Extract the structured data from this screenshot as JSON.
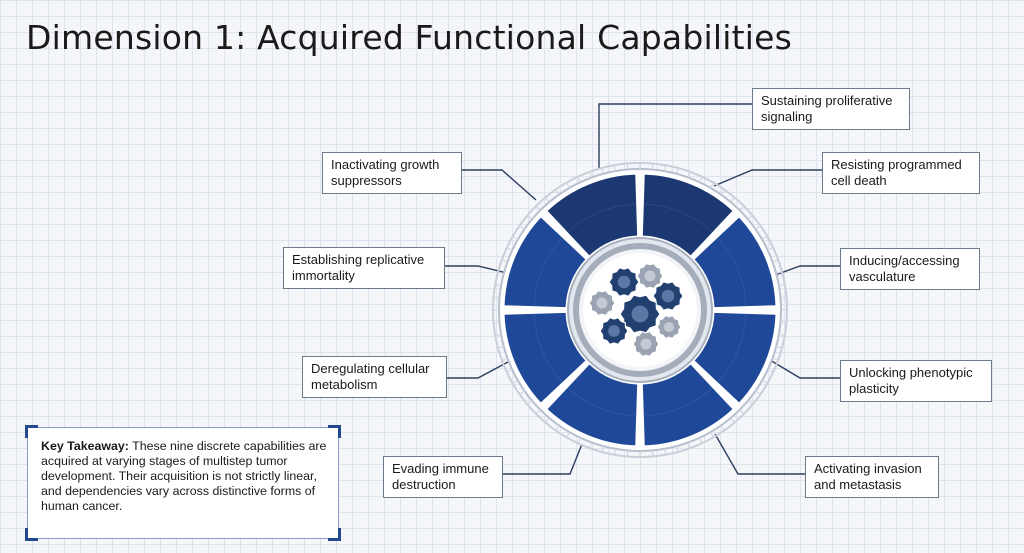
{
  "title": "Dimension 1: Acquired Functional Capabilities",
  "capabilities": [
    {
      "label": "Sustaining proliferative signaling",
      "color": "#1b3872"
    },
    {
      "label": "Resisting programmed cell death",
      "color": "#1b3872"
    },
    {
      "label": "Inducing/accessing vasculature",
      "color": "#1f4898"
    },
    {
      "label": "Unlocking phenotypic plasticity",
      "color": "#1f4898"
    },
    {
      "label": "Activating invasion and metastasis",
      "color": "#1f4898"
    },
    {
      "label": "Evading immune destruction",
      "color": "#1f4898"
    },
    {
      "label": "Deregulating cellular metabolism",
      "color": "#1f4898"
    },
    {
      "label": "Establishing replicative immortality",
      "color": "#1f4898"
    },
    {
      "label": "Inactivating growth suppressors",
      "color": "#1b3872"
    }
  ],
  "key_takeaway": {
    "heading": "Key Takeaway:",
    "text": " These nine discrete capabilities are acquired at varying stages of multistep tumor development. Their acquisition is not strictly linear, and dependencies vary across distinctive forms of human cancer."
  },
  "colors": {
    "segment_dark": "#1b3872",
    "segment_mid": "#1f4898",
    "ring": "#c9ced8",
    "cell_dark": "#22406f",
    "cell_grey": "#9aa3b1",
    "accent": "#22488f"
  }
}
